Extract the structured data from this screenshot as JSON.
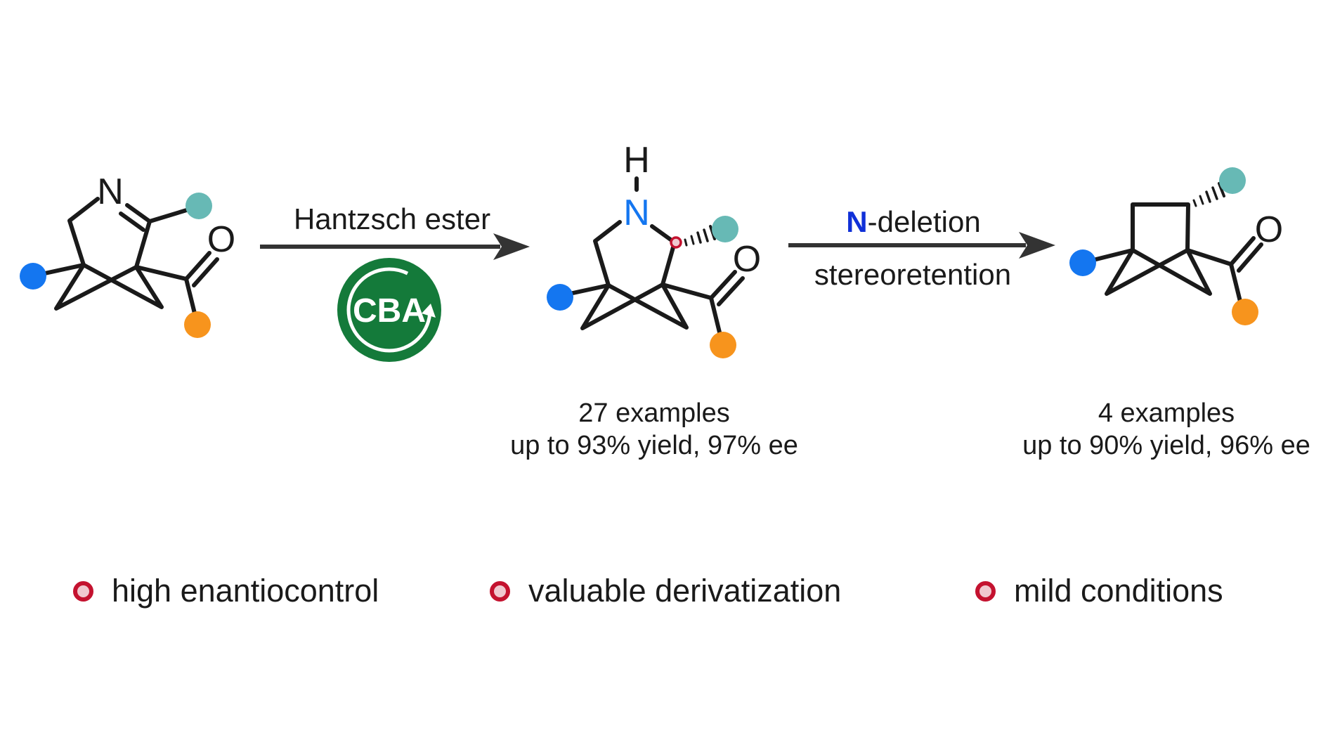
{
  "colors": {
    "blue_substituent": "#1476f0",
    "teal_substituent": "#67b9b5",
    "orange_substituent": "#f7941d",
    "cba_badge": "#147a3a",
    "nitrogen_highlight": "#1030d8",
    "stereocenter": "#c4122f",
    "bullet_fill": "#f0c8cf"
  },
  "atoms": {
    "nitrogen": "N",
    "oxygen": "O",
    "hydrogen": "H"
  },
  "arrow1": {
    "reagent": "Hantzsch ester",
    "catalyst_badge": "CBA"
  },
  "arrow2": {
    "highlight_atom": "N",
    "label_rest": "-deletion",
    "label_below": "stereoretention"
  },
  "product1": {
    "examples": "27 examples",
    "results": "up to 93% yield, 97% ee"
  },
  "product2": {
    "examples": "4 examples",
    "results": "up to 90% yield, 96% ee"
  },
  "features": [
    {
      "label": "high enantiocontrol"
    },
    {
      "label": "valuable derivatization"
    },
    {
      "label": "mild conditions"
    }
  ]
}
